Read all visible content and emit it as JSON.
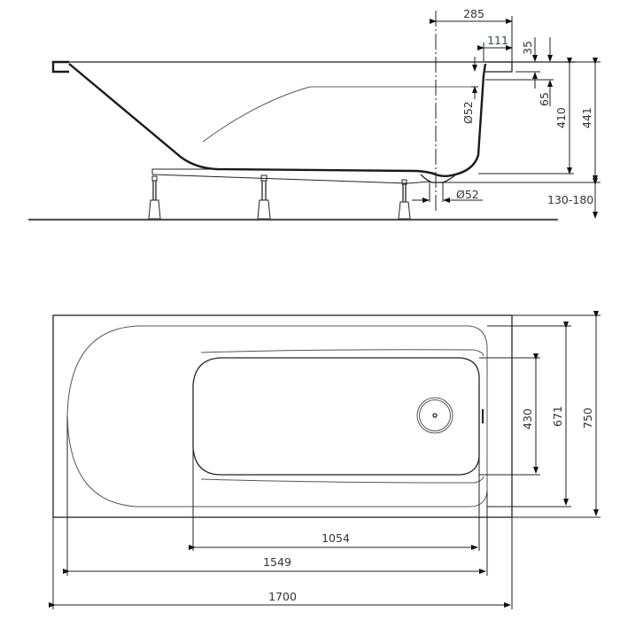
{
  "drawing": {
    "type": "bathtub technical drawing",
    "units": "mm",
    "colors": {
      "line": "#222222",
      "text": "#333333",
      "background": "#ffffff"
    }
  },
  "side_view": {
    "dimensions": {
      "overflow_offset": "285",
      "rim_width": "111",
      "rim_thickness": "35",
      "overflow_depth": "65",
      "inner_depth": "410",
      "total_height": "441",
      "leg_height": "130-180",
      "overflow_diameter": "Ø52",
      "drain_diameter": "Ø52"
    }
  },
  "top_view": {
    "dimensions": {
      "inner_width": "430",
      "basin_width": "671",
      "outer_width": "750",
      "inner_length": "1054",
      "basin_length": "1549",
      "outer_length": "1700"
    }
  }
}
